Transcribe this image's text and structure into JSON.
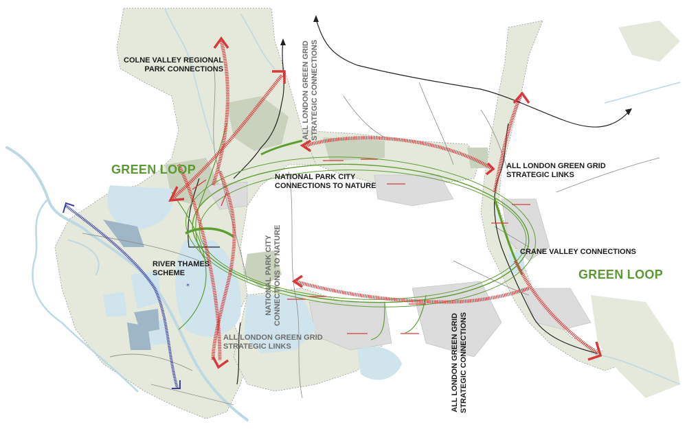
{
  "map": {
    "colors": {
      "land": "#e4e9dc",
      "land_dark": "#c9d2bd",
      "urban": "#dcdcdc",
      "water": "#cfe4ec",
      "reservoir_dark": "#9fb6c6",
      "green_loop": "#5d9e32",
      "red_arrow": "#d9383a",
      "blue_arrow": "#3c3fa0",
      "black_route": "#222222"
    },
    "labels": {
      "colne_valley": [
        "COLNE VALLEY REGIONAL",
        "PARK CONNECTIONS"
      ],
      "green_loop_west": "GREEN LOOP",
      "green_loop_east": "GREEN LOOP",
      "national_park_city_north": [
        "NATIONAL PARK CITY",
        "CONNECTIONS TO NATURE"
      ],
      "all_london_links_east": [
        "ALL LONDON GREEN GRID",
        "STRATEGIC LINKS"
      ],
      "crane_valley": "CRANE VALLEY CONNECTIONS",
      "river_thames": [
        "RIVER THAMES",
        "SCHEME"
      ],
      "all_london_links_south": [
        "ALL LONDON GREEN GRID",
        "STRATEGIC LINKS"
      ],
      "all_london_connections_north_vertical": [
        "ALL LONDON GREEN GRID",
        "STRATEGIC CONNECTIONS"
      ],
      "national_park_city_vertical": [
        "NATIONAL PARK CITY",
        "CONNECTIONS TO NATURE"
      ],
      "all_london_connections_south_vertical": [
        "ALL LONDON GREEN GRID",
        "STRATEGIC CONNECTIONS"
      ]
    }
  }
}
